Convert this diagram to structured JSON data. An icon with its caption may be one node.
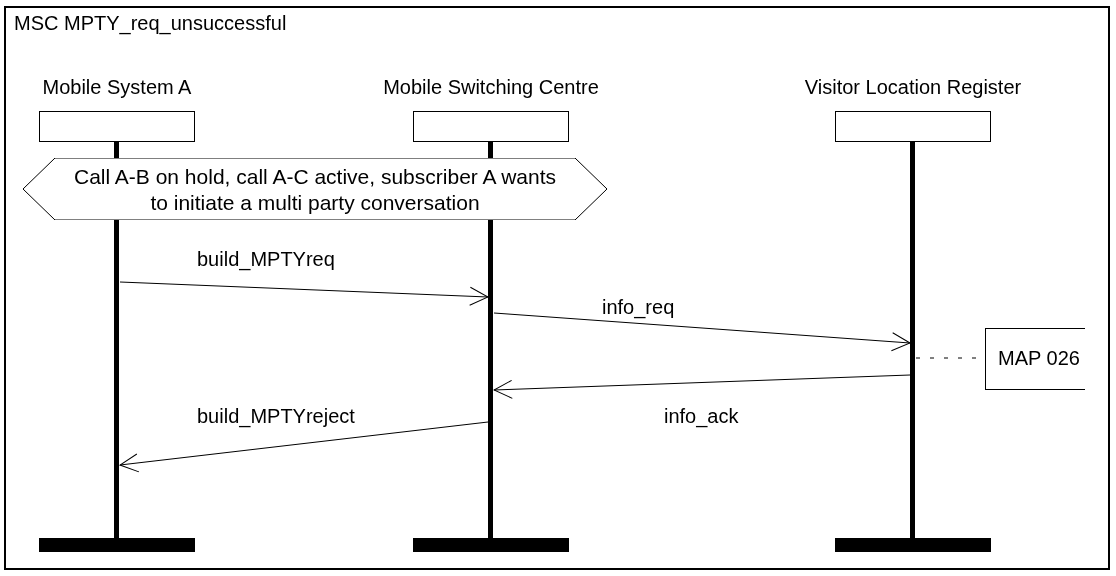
{
  "diagram": {
    "title": "MSC MPTY_req_unsuccessful",
    "nodes": [
      {
        "text": [
          "Mobile System A"
        ]
      },
      {
        "text": [
          "Mobile Switching Centre"
        ]
      },
      {
        "text": [
          "Visitor Location Register"
        ]
      },
      {
        "text": [
          "Call A-B on hold, call A-C active, subscriber A wants to initiate a multi party conversation"
        ]
      },
      {
        "text": [
          "MAP 026"
        ]
      }
    ],
    "edges": [
      {
        "from": 0,
        "to": 1,
        "arrow": "to",
        "label": "build_MPTYreq"
      },
      {
        "from": 1,
        "to": 2,
        "arrow": "to",
        "label": "info_req"
      },
      {
        "from": 2,
        "to": 1,
        "arrow": "to",
        "label": "info_ack"
      },
      {
        "from": 1,
        "to": 0,
        "arrow": "to",
        "label": "build_MPTYreject"
      },
      {
        "from": 2,
        "to": 4,
        "arrow": "none",
        "style": "dashed"
      }
    ]
  }
}
